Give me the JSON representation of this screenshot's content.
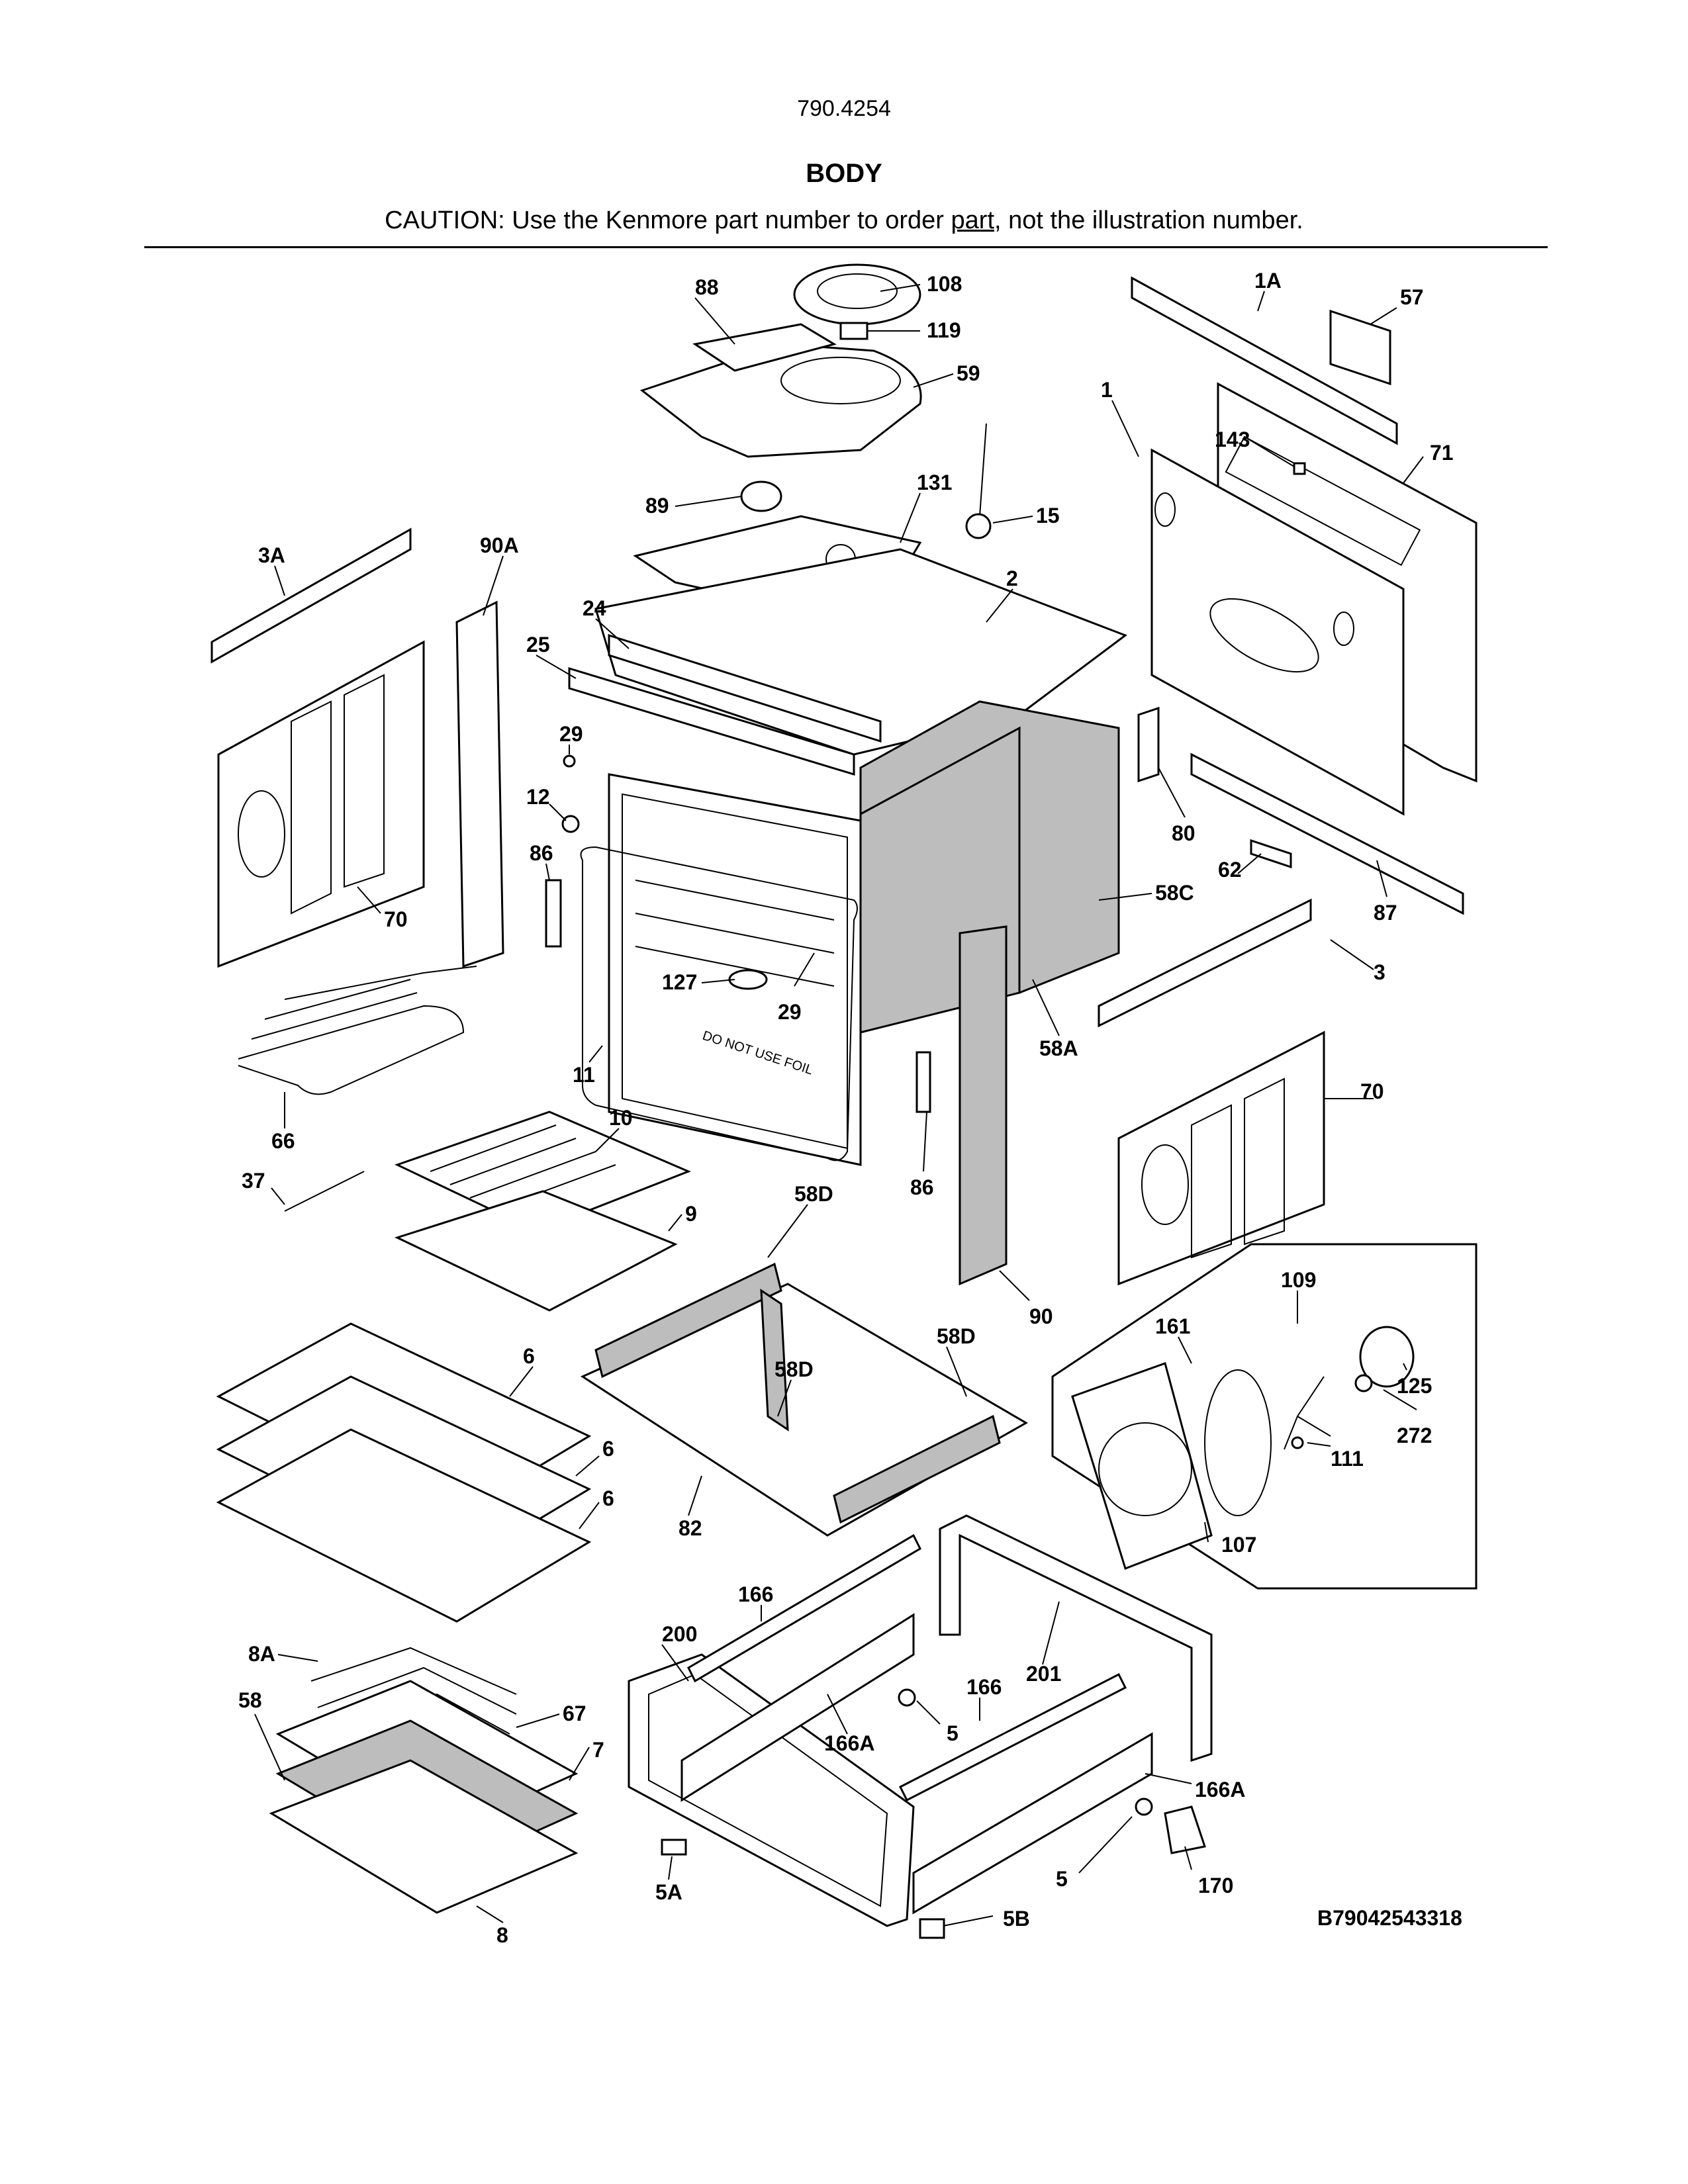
{
  "header": {
    "model_number": "790.4254",
    "section_title": "BODY",
    "caution_prefix": "CAUTION: Use the Kenmore part number to order ",
    "caution_link": "part",
    "caution_suffix": ", not the illustration number."
  },
  "drawing_id": "B79042543318",
  "callouts": {
    "c108": "108",
    "c88": "88",
    "c119": "119",
    "c59": "59",
    "c1A": "1A",
    "c57": "57",
    "c1": "1",
    "c143": "143",
    "c71": "71",
    "c89": "89",
    "c131": "131",
    "c15": "15",
    "c3A": "3A",
    "c90A": "90A",
    "c24": "24",
    "c2": "2",
    "c25": "25",
    "c29a": "29",
    "c12": "12",
    "c86a": "86",
    "c70a": "70",
    "c80": "80",
    "c62": "62",
    "c87": "87",
    "c58C": "58C",
    "c3": "3",
    "c127": "127",
    "c29b": "29",
    "c11": "11",
    "c58A": "58A",
    "c66": "66",
    "c10": "10",
    "c70b": "70",
    "c37": "37",
    "c86b": "86",
    "c9": "9",
    "c58Da": "58D",
    "c109": "109",
    "c90": "90",
    "c161": "161",
    "c6a": "6",
    "c58Db": "58D",
    "c58Dc": "58D",
    "c125": "125",
    "c272": "272",
    "c6b": "6",
    "c111": "111",
    "c6c": "6",
    "c82": "82",
    "c107": "107",
    "c166a": "166",
    "c200": "200",
    "c201": "201",
    "c8A": "8A",
    "c166b": "166",
    "c67": "67",
    "c58": "58",
    "c7": "7",
    "c5a": "5",
    "c166Aa": "166A",
    "c166Ab": "166A",
    "c5b": "5",
    "c170": "170",
    "c5A": "5A",
    "c5B": "5B",
    "c8": "8"
  },
  "embossed_text": "DO NOT USE FOIL"
}
